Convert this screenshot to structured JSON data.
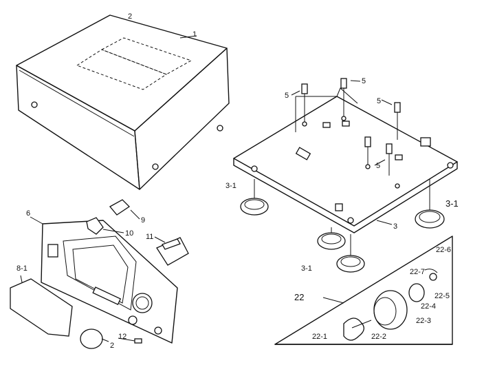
{
  "labels": {
    "l1": "1",
    "l2top": "2",
    "l3": "3",
    "l3_1a": "3-1",
    "l3_1b": "3-1",
    "l3_1c": "3-1",
    "l5a": "5",
    "l5b": "5",
    "l5c": "5",
    "l5d": "5",
    "l6": "6",
    "l8_1": "8-1",
    "l9": "9",
    "l10": "10",
    "l11": "11",
    "l12": "12",
    "l2b": "2",
    "l22": "22",
    "l22_1": "22-1",
    "l22_2": "22-2",
    "l22_3": "22-3",
    "l22_4": "22-4",
    "l22_5": "22-5",
    "l22_6": "22-6",
    "l22_7": "22-7"
  }
}
